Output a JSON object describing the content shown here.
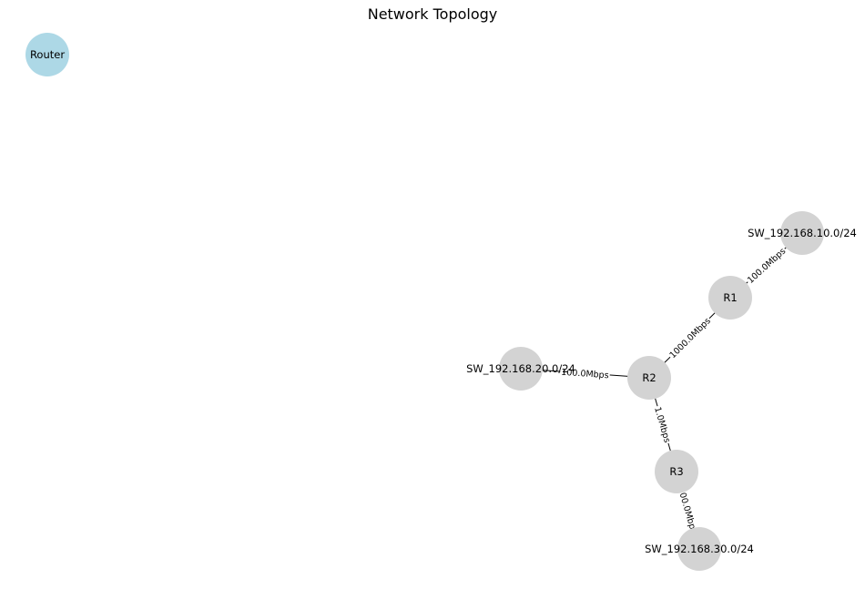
{
  "title": "Network Topology",
  "colors": {
    "router_node": "#add8e6",
    "default_node": "#d3d3d3",
    "edge": "#000000"
  },
  "nodes": [
    {
      "id": "router",
      "label": "Router",
      "kind": "router_node"
    },
    {
      "id": "r1",
      "label": "R1",
      "kind": "default_node"
    },
    {
      "id": "r2",
      "label": "R2",
      "kind": "default_node"
    },
    {
      "id": "r3",
      "label": "R3",
      "kind": "default_node"
    },
    {
      "id": "sw10",
      "label": "SW_192.168.10.0/24",
      "kind": "default_node"
    },
    {
      "id": "sw20",
      "label": "SW_192.168.20.0/24",
      "kind": "default_node"
    },
    {
      "id": "sw30",
      "label": "SW_192.168.30.0/24",
      "kind": "default_node"
    }
  ],
  "edges": [
    {
      "id": "e-r1-sw10",
      "from": "r1",
      "to": "sw10",
      "label": "100.0Mbps"
    },
    {
      "id": "e-r2-r1",
      "from": "r2",
      "to": "r1",
      "label": "1000.0Mbps"
    },
    {
      "id": "e-sw20-r2",
      "from": "sw20",
      "to": "r2",
      "label": "100.0Mbps"
    },
    {
      "id": "e-r2-r3",
      "from": "r2",
      "to": "r3",
      "label": "1.0Mbps"
    },
    {
      "id": "e-r3-sw30",
      "from": "r3",
      "to": "sw30",
      "label": "100.0Mbps"
    }
  ]
}
